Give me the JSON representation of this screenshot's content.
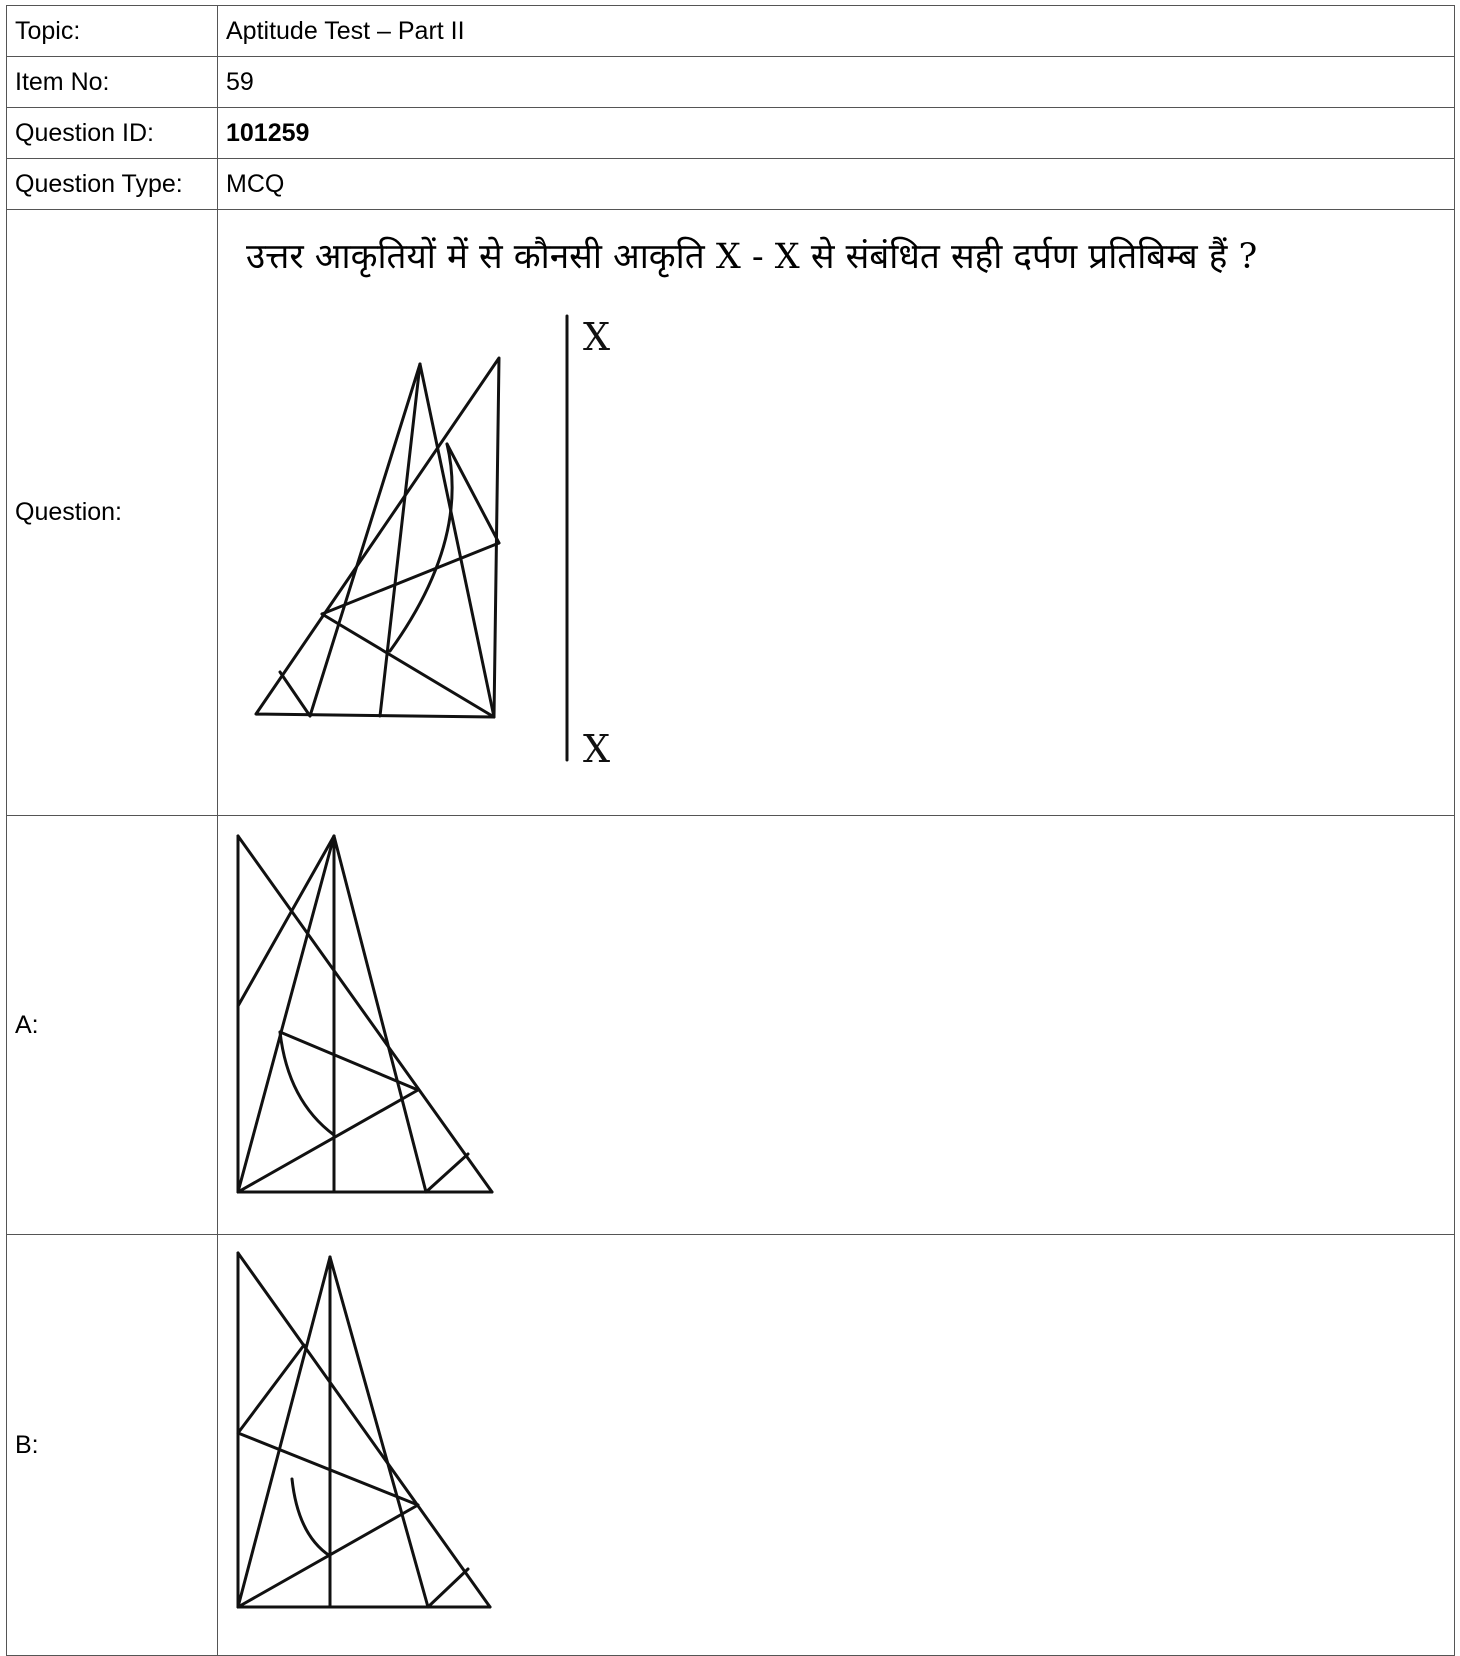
{
  "rows": {
    "topic": {
      "label": "Topic:",
      "value": "Aptitude Test – Part II"
    },
    "item_no": {
      "label": "Item No:",
      "value": "59"
    },
    "question_id": {
      "label": "Question ID:",
      "value": "101259"
    },
    "question_type": {
      "label": "Question Type:",
      "value": "MCQ"
    },
    "question": {
      "label": "Question:",
      "text": "उत्तर आकृतियों में से कौनसी आकृति X - X से संबंधित सही दर्पण प्रतिबिम्ब हैं ?",
      "mirror_top": "X",
      "mirror_bottom": "X"
    },
    "option_a": {
      "label": "A:"
    },
    "option_b": {
      "label": "B:"
    }
  }
}
